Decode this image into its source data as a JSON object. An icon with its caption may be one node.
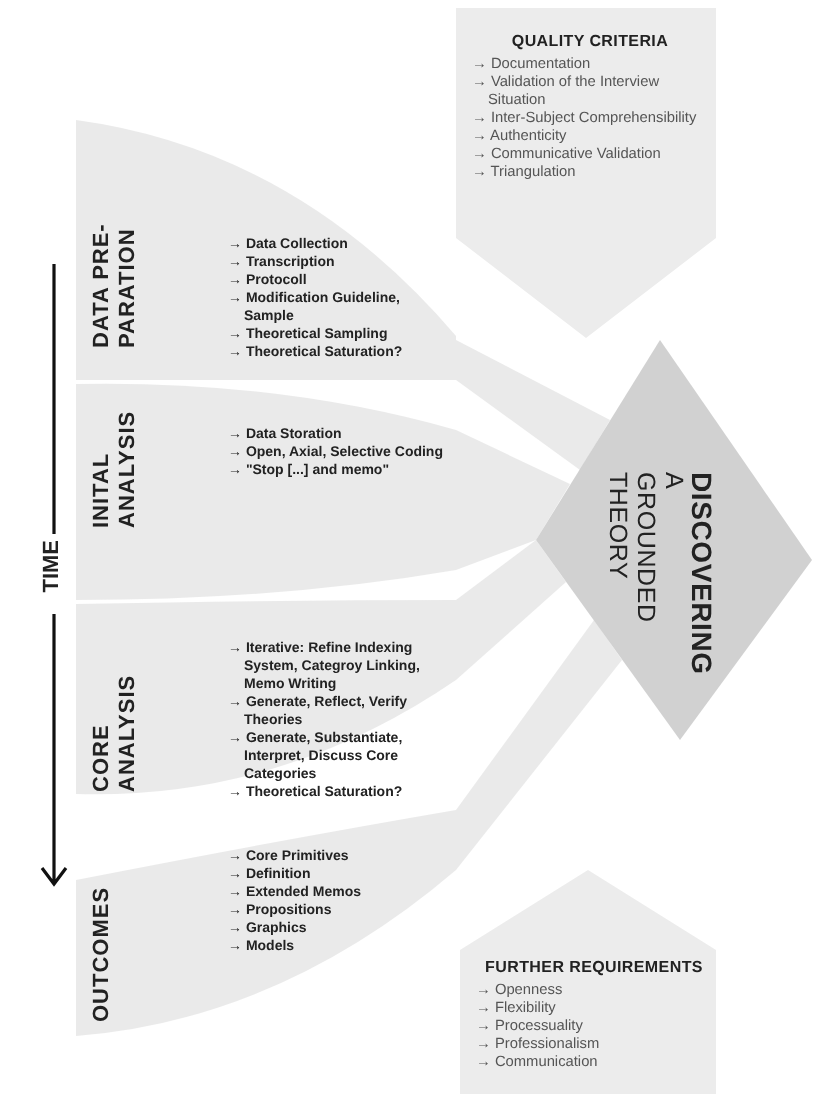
{
  "diagram": {
    "nodes": [
      {
        "text": [
          "QUALITY CRITERIA",
          "→ Documentation",
          "→ Validation of the Interview Situation",
          "→ Inter-Subject Comprehensibility",
          "→ Authenticity",
          "→ Communicative Validation",
          "→ Triangulation"
        ]
      },
      {
        "text": [
          "DATA PRE-PARATION",
          "→ Data Collection",
          "→ Transcription",
          "→ Protocoll",
          "→ Modification Guideline, Sample",
          "→ Theoretical Sampling",
          "→ Theoretical Saturation?"
        ]
      },
      {
        "text": [
          "INITAL ANALYSIS",
          "→ Data Storation",
          "→ Open, Axial, Selective Coding",
          "→ \"Stop [...] and memo\""
        ]
      },
      {
        "text": [
          "CORE ANALYSIS",
          "→ Iterative: Refine Indexing System, Categroy Linking, Memo Writing",
          "→ Generate, Reflect, Verify Theories",
          "→ Generate, Substantiate, Interpret, Discuss Core Categories",
          "→ Theoretical Saturation?"
        ]
      },
      {
        "text": [
          "OUTCOMES",
          "→ Core Primitives",
          "→ Definition",
          "→ Extended Memos",
          "→ Propositions",
          "→ Graphics",
          "→ Models"
        ]
      },
      {
        "text": [
          "DISCOVERING",
          "A GROUNDED THEORY"
        ]
      },
      {
        "text": [
          "FURTHER REQUIREMENTS",
          "→ Openness",
          "→ Flexibility",
          "→ Processuality",
          "→ Professionalism",
          "→ Communication"
        ]
      }
    ],
    "labels": [
      "TIME"
    ]
  }
}
